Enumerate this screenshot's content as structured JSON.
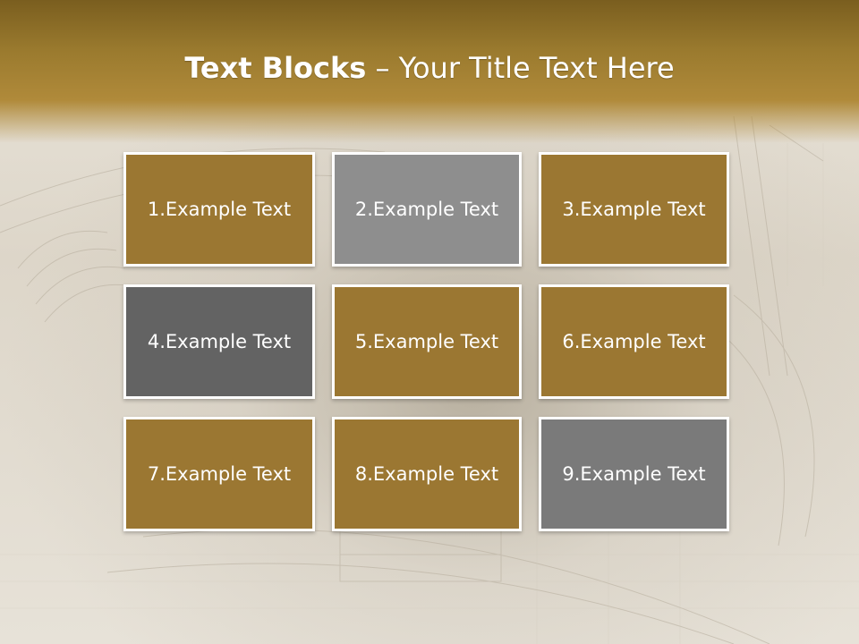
{
  "colors": {
    "gold": "#9b7732",
    "silver": "#8e8e8e",
    "dark_gray": "#636363",
    "gray": "#7a7a7a",
    "header": "#8c6c27"
  },
  "title": {
    "bold_part": "Text Blocks",
    "separator": " – ",
    "rest": "Your Title Text Here"
  },
  "blocks": [
    {
      "label": "1.Example Text",
      "color": "#9b7732"
    },
    {
      "label": "2.Example Text",
      "color": "#8e8e8e"
    },
    {
      "label": "3.Example Text",
      "color": "#9b7732"
    },
    {
      "label": "4.Example Text",
      "color": "#636363"
    },
    {
      "label": "5.Example Text",
      "color": "#9b7732"
    },
    {
      "label": "6.Example Text",
      "color": "#9b7732"
    },
    {
      "label": "7.Example Text",
      "color": "#9b7732"
    },
    {
      "label": "8.Example Text",
      "color": "#9b7732"
    },
    {
      "label": "9.Example Text",
      "color": "#7a7a7a"
    }
  ]
}
